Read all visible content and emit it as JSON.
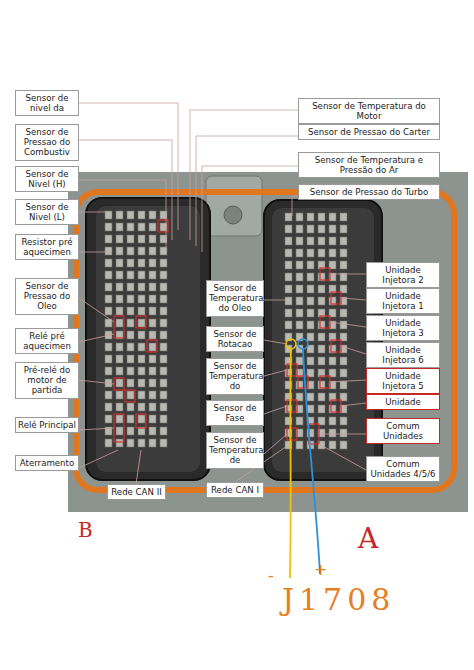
{
  "diagram": {
    "nodes": [
      {
        "text": [
          "Sensor de nivel da"
        ]
      },
      {
        "text": [
          "Sensor de Pressao do Combustiv"
        ]
      },
      {
        "text": [
          "Sensor de Nivel (H)"
        ]
      },
      {
        "text": [
          "Sensor de Nivel (L)"
        ]
      },
      {
        "text": [
          "Resistor pré aquecimen"
        ]
      },
      {
        "text": [
          "Sensor de Pressao do Oleo"
        ]
      },
      {
        "text": [
          "Relé pré aquecimen"
        ]
      },
      {
        "text": [
          "Pré-relé do motor de partida"
        ]
      },
      {
        "text": [
          "Relé Principal"
        ]
      },
      {
        "text": [
          "Aterramento"
        ]
      },
      {
        "text": [
          "Sensor de Temperatura do Motor"
        ]
      },
      {
        "text": [
          "Sensor de Pressao do Carter"
        ]
      },
      {
        "text": [
          "Sensor de Temperatura e Pressão do Ar"
        ]
      },
      {
        "text": [
          "Sensor de Pressao do Turbo"
        ]
      },
      {
        "text": [
          "Sensor de Temperatura do Oleo"
        ]
      },
      {
        "text": [
          "Sensor de Rotacao"
        ]
      },
      {
        "text": [
          "Sensor de Temperatura do"
        ]
      },
      {
        "text": [
          "Sensor de Fase"
        ]
      },
      {
        "text": [
          "Sensor de Temperatura de"
        ]
      },
      {
        "text": [
          "Unidade Injetora 2"
        ]
      },
      {
        "text": [
          "Unidade Injetora 1"
        ]
      },
      {
        "text": [
          "Unidade Injetora 3"
        ]
      },
      {
        "text": [
          "Unidade Injetora 6"
        ]
      },
      {
        "text": [
          "Unidade Injetora 5"
        ]
      },
      {
        "text": [
          "Unidade"
        ]
      },
      {
        "text": [
          "Comum Unidades"
        ]
      },
      {
        "text": [
          "Comum Unidades 4/5/6"
        ]
      },
      {
        "text": [
          "Rede CAN II"
        ]
      },
      {
        "text": [
          "Rede CAN I"
        ]
      }
    ],
    "edges": [],
    "labels": [
      "B",
      "A",
      "-",
      "+",
      "J1708"
    ]
  }
}
